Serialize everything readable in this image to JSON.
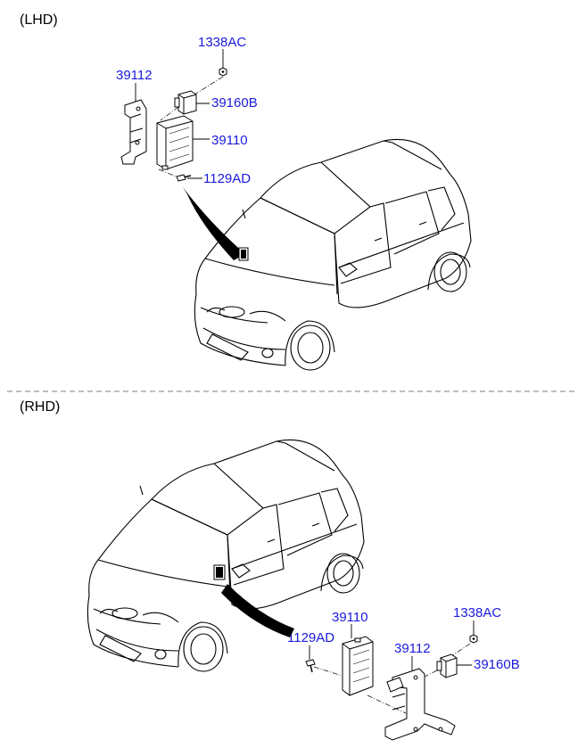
{
  "sections": {
    "lhd": {
      "label": "(LHD)",
      "parts": {
        "p1338ac": "1338AC",
        "p39112": "39112",
        "p39160b": "39160B",
        "p39110": "39110",
        "p1129ad": "1129AD"
      }
    },
    "rhd": {
      "label": "(RHD)",
      "parts": {
        "p39110": "39110",
        "p1338ac": "1338AC",
        "p1129ad": "1129AD",
        "p39112": "39112",
        "p39160b": "39160B"
      }
    }
  },
  "colors": {
    "callout_text": "#1a1adc",
    "line": "#000000",
    "divider": "#999999"
  }
}
